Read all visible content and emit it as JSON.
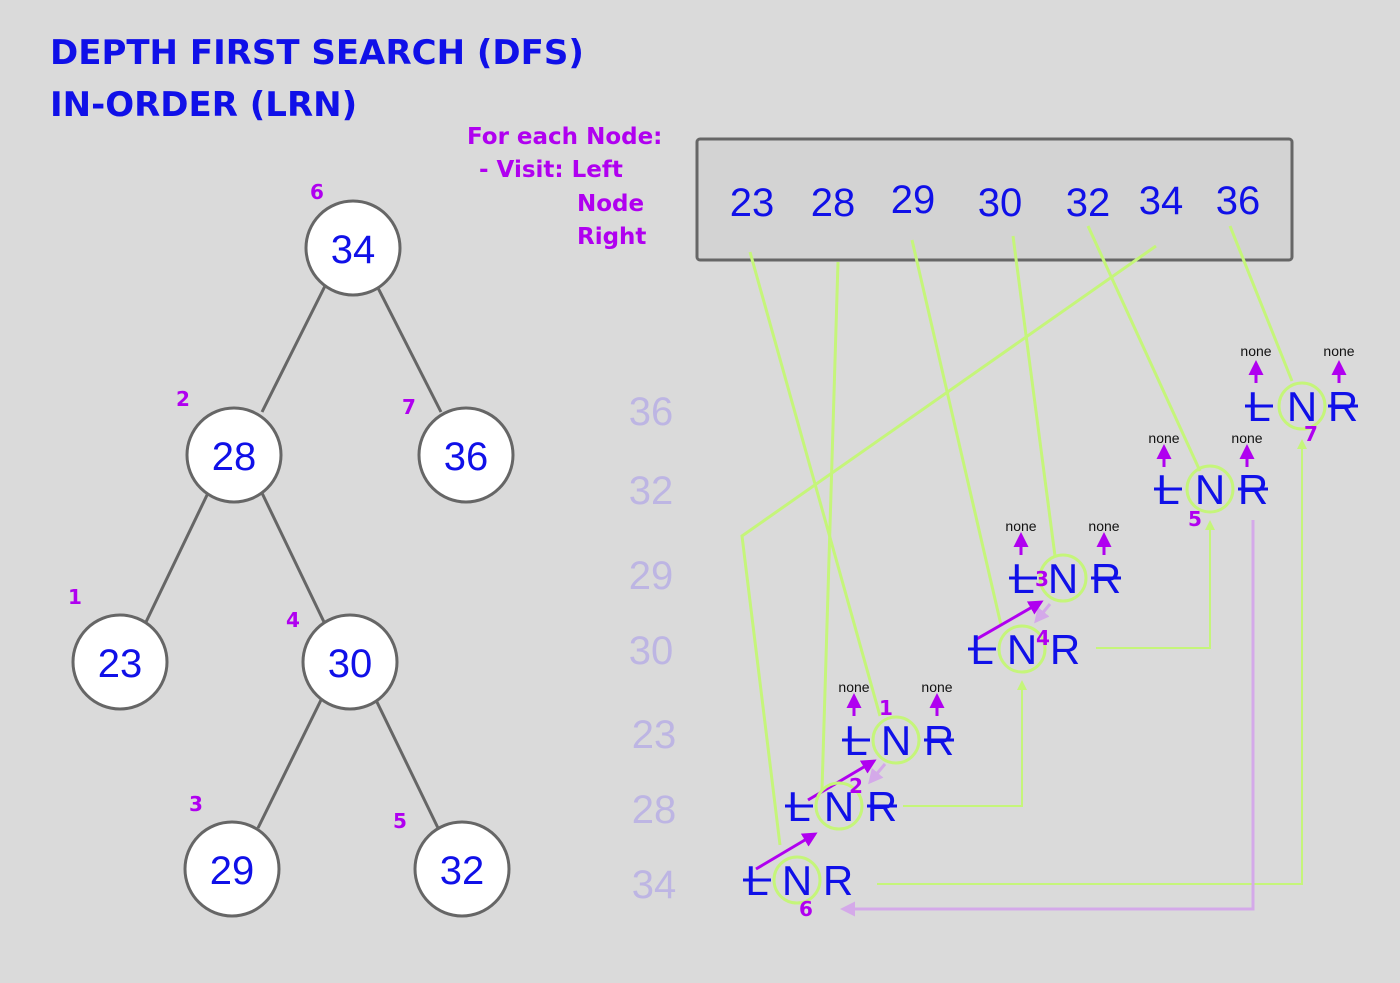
{
  "title": {
    "line1": "DEPTH FIRST SEARCH (DFS)",
    "line2": "IN-ORDER (LRN)"
  },
  "instructions": {
    "line1": "For each Node:",
    "line2": "-  Visit:  Left",
    "line3": "Node",
    "line4": "Right"
  },
  "tree": {
    "nodes": [
      {
        "value": "34",
        "order": "6"
      },
      {
        "value": "28",
        "order": "2"
      },
      {
        "value": "36",
        "order": "7"
      },
      {
        "value": "23",
        "order": "1"
      },
      {
        "value": "30",
        "order": "4"
      },
      {
        "value": "29",
        "order": "3"
      },
      {
        "value": "32",
        "order": "5"
      }
    ]
  },
  "result": {
    "values": [
      "23",
      "28",
      "29",
      "30",
      "32",
      "34",
      "36"
    ]
  },
  "stack": {
    "labels": [
      "36",
      "32",
      "29",
      "30",
      "23",
      "28",
      "34"
    ]
  },
  "frames": {
    "l": "L",
    "n": "N",
    "r": "R",
    "none": "none",
    "steps": [
      "1",
      "2",
      "3",
      "4",
      "5",
      "6",
      "7"
    ]
  },
  "colors": {
    "background": "#dadada",
    "title": "#1010e8",
    "accent": "#b000f0",
    "green_line": "#c5f57a",
    "lavender_line": "#d4a9e9",
    "stack_text": "#bdb5e3"
  }
}
